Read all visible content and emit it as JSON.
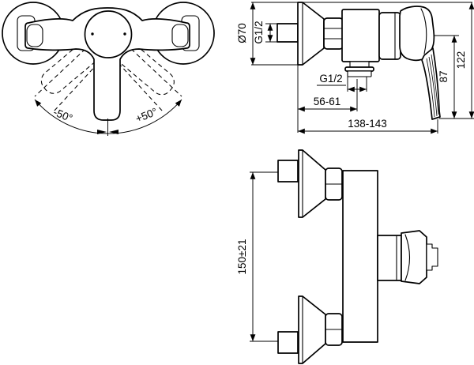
{
  "drawing": {
    "type": "faucet-technical-drawing",
    "background_color": "#ffffff",
    "line_color": "#000000"
  },
  "front_view": {
    "angle_left_label": "-50°",
    "angle_right_label": "+50°"
  },
  "side_view": {
    "escutcheon_diameter_label": "Ø70",
    "inlet_thread_label": "G1/2",
    "outlet_thread_label": "G1/2",
    "wall_to_outlet_label": "56-61",
    "total_depth_label": "138-143",
    "lever_height_label": "87",
    "total_height_label": "122"
  },
  "top_view": {
    "inlet_spacing_label": "150±21"
  }
}
